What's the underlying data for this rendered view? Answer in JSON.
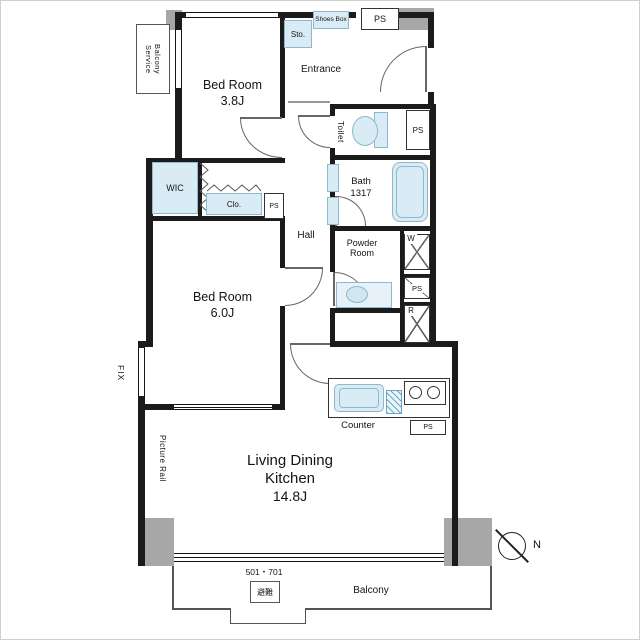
{
  "colors": {
    "wall": "#1b1b1b",
    "pier": "#a7a7a7",
    "fixture_fill": "#d9ecf5",
    "fixture_border": "#8fb8cc",
    "detail_line": "#555555"
  },
  "rooms": {
    "bedroom1": {
      "name": "Bed Room",
      "size": "3.8J"
    },
    "bedroom2": {
      "name": "Bed Room",
      "size": "6.0J"
    },
    "ldk": {
      "line1": "Living Dining",
      "line2": "Kitchen",
      "size": "14.8J"
    },
    "entrance": "Entrance",
    "hall": "Hall",
    "toilet": "Toilet",
    "bath": {
      "name": "Bath",
      "size": "1317"
    },
    "powder_room": {
      "line1": "Powder",
      "line2": "Room"
    },
    "wic": "WIC",
    "closet": "Clo.",
    "storage": "Sto.",
    "shoes_box": "Shoes Box",
    "counter": "Counter",
    "balcony": "Balcony",
    "service_balcony": {
      "line1": "Service",
      "line2": "Balcony"
    }
  },
  "marks": {
    "ps": "PS",
    "washer": "W",
    "fridge": "R",
    "fix": "FIX",
    "picture_rail": "Picture Rail",
    "north": "N",
    "unit_number": "501・701",
    "hatch": "避難"
  }
}
